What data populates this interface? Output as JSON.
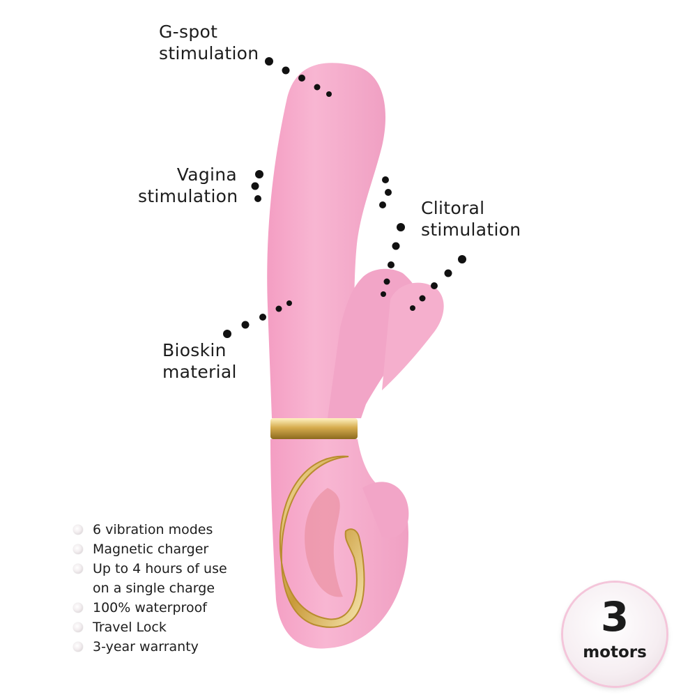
{
  "callouts": {
    "gspot": [
      "G-spot",
      "stimulation"
    ],
    "vagina": [
      "Vagina",
      "stimulation"
    ],
    "clitoral": [
      "Clitoral",
      "stimulation"
    ],
    "bioskin": [
      "Bioskin",
      "material"
    ]
  },
  "features": [
    [
      "6 vibration modes"
    ],
    [
      "Magnetic charger"
    ],
    [
      "Up to 4 hours of use",
      "on a single charge"
    ],
    [
      "100% waterproof"
    ],
    [
      "Travel Lock"
    ],
    [
      "3-year warranty"
    ]
  ],
  "badge": {
    "number": "3",
    "unit": "motors"
  },
  "colors": {
    "body_pink": "#f5a9c9",
    "gold_band": "#d9b45a",
    "dots": "#111111"
  },
  "icons": {
    "bullet": "pearl-bullet-icon"
  }
}
